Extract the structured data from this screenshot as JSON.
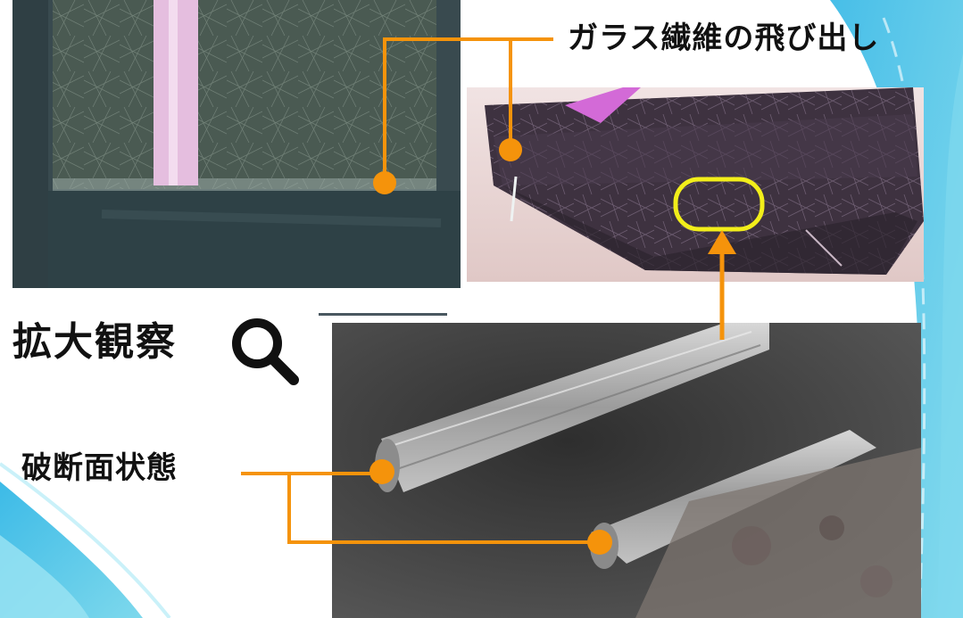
{
  "labels": {
    "glass_fiber_protrusion": "ガラス繊維の飛び出し",
    "magnified_observation": "拡大観察",
    "fracture_surface_state": "破断面状態"
  },
  "icons": {
    "magnifier": "search-icon"
  },
  "colors": {
    "callout_orange": "#f5930b",
    "highlight_yellow": "#f2ee1a",
    "background_cyan": "#3ec3e6",
    "pink_stripe": "#d982e0"
  }
}
